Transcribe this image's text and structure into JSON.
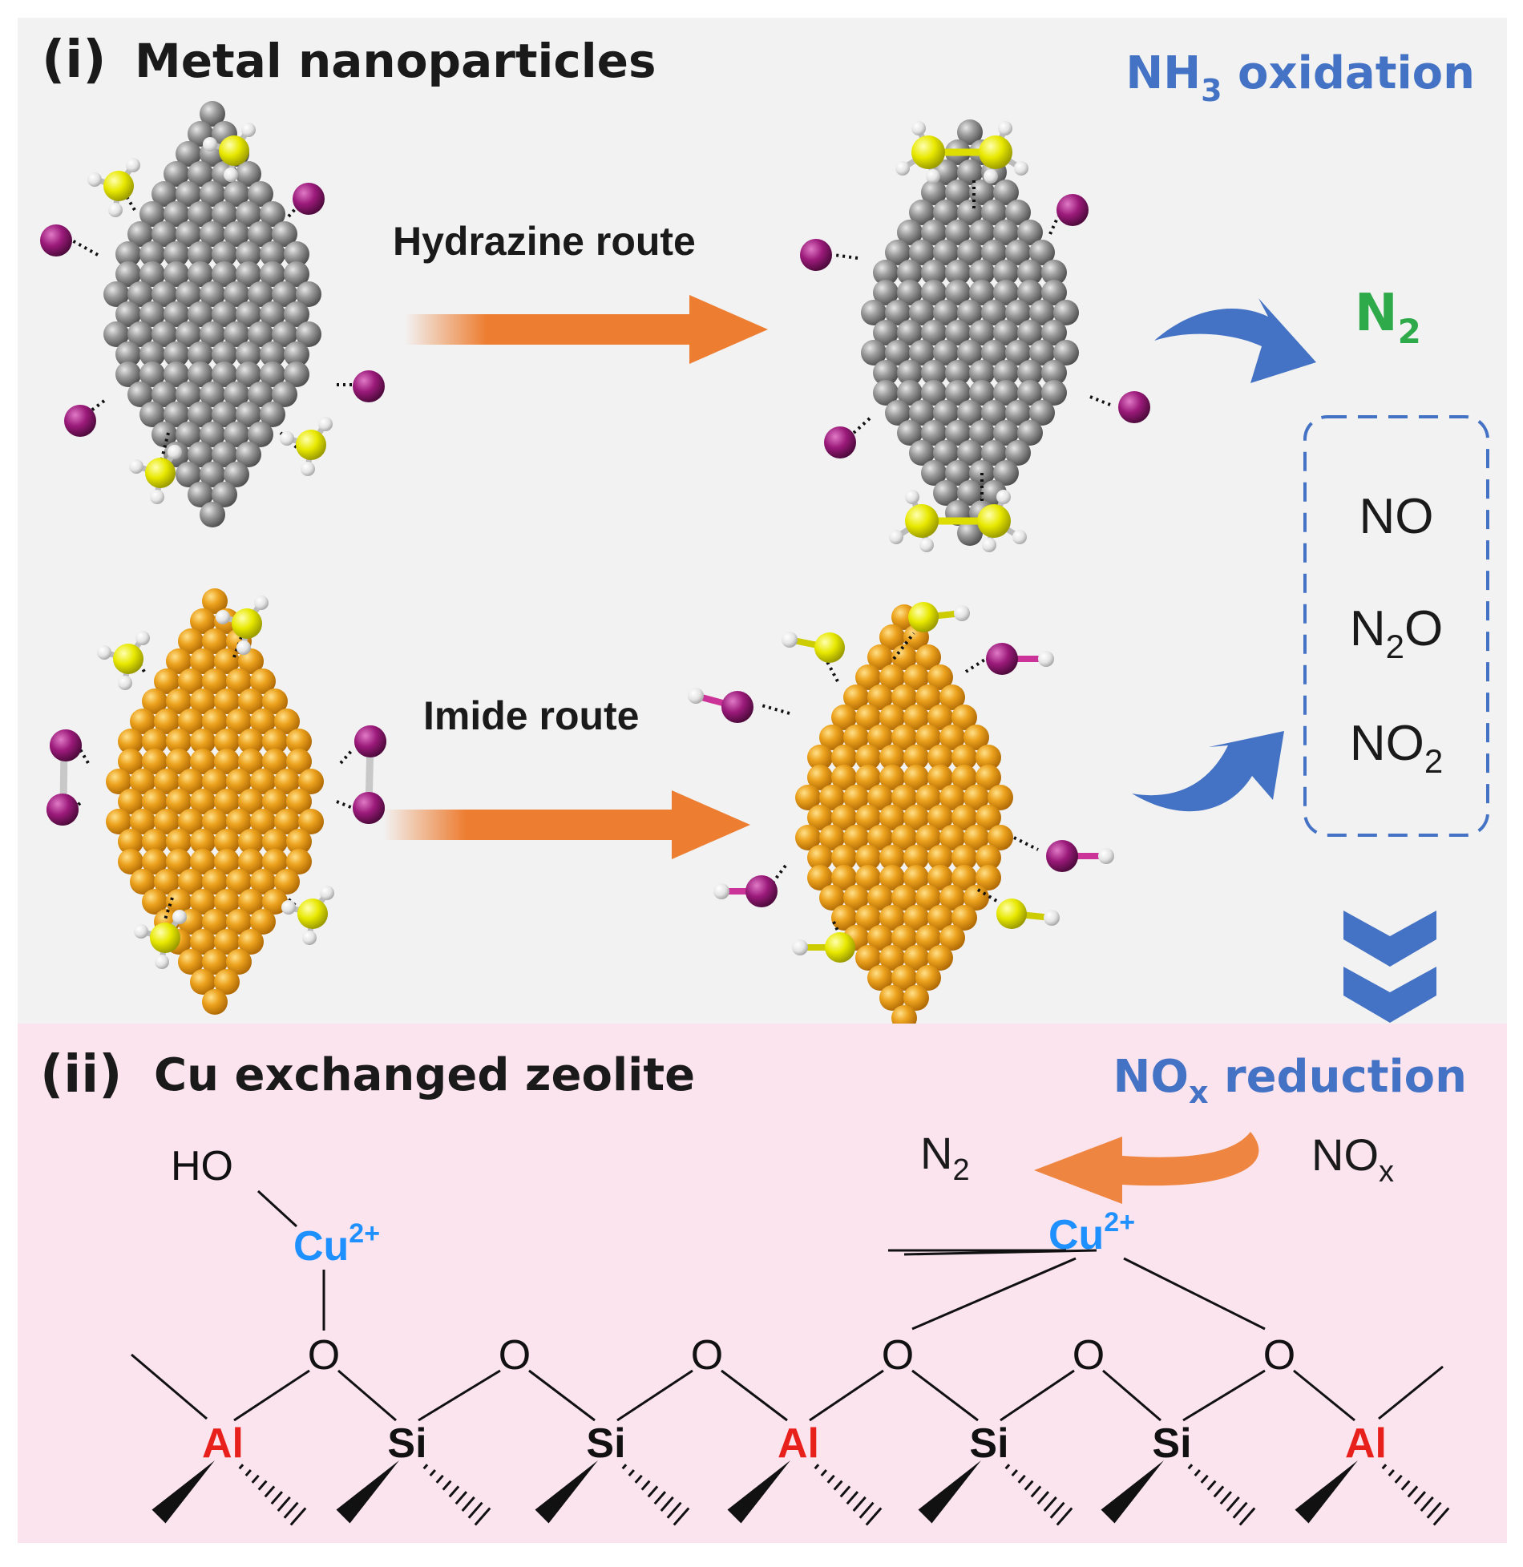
{
  "panel_i": {
    "tag": "(i)",
    "title": "Metal nanoparticles",
    "right_title_main": "NH",
    "right_title_sub": "3",
    "right_title_rest": " oxidation",
    "route_hydrazine": "Hydrazine route",
    "route_imide": "Imide route",
    "n2_main": "N",
    "n2_sub": "2",
    "products": [
      {
        "main": "NO",
        "sub": "",
        "rest": ""
      },
      {
        "main": "N",
        "sub": "2",
        "rest": "O"
      },
      {
        "main": "NO",
        "sub": "2",
        "rest": ""
      }
    ]
  },
  "panel_ii": {
    "tag": "(ii)",
    "title": "Cu exchanged zeolite",
    "right_title_main": "NO",
    "right_title_sub": "x",
    "right_title_rest": " reduction",
    "nox_main": "NO",
    "nox_sub": "x",
    "n2_main": "N",
    "n2_sub": "2",
    "ho_label": "HO",
    "cu_main": "Cu",
    "cu_sup": "2+",
    "oxygen": "O",
    "framework": [
      "Al",
      "Si",
      "Si",
      "Al",
      "Si",
      "Si",
      "Al"
    ]
  },
  "colors": {
    "panel_i_bg": "#f2f2f2",
    "panel_ii_bg": "#fce4ee",
    "accent_blue": "#4472c4",
    "n2_green": "#2eaa4a",
    "arrow_orange": "#ed7d31",
    "cu_blue": "#1e90ff",
    "al_red": "#e8201c",
    "metal_gray": "#8c8c8c",
    "metal_gold": "#e9a020",
    "nitrogen_yellow": "#e6e600",
    "oxygen_purple": "#9b1a7a",
    "hydrogen_white": "#ededed"
  }
}
